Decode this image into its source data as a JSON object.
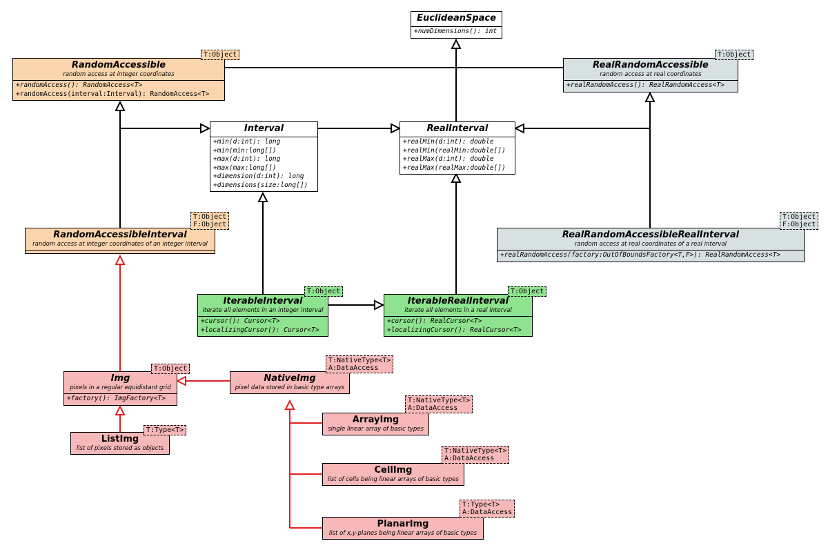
{
  "classes": {
    "euclidean_space": {
      "name": "EuclideanSpace",
      "ops": [
        "+numDimensions(): int"
      ]
    },
    "random_accessible": {
      "name": "RandomAccessible",
      "desc": "random access at integer coordinates",
      "tparams": [
        "T:Object"
      ],
      "ops": [
        "+randomAccess(): RandomAccess<T>",
        "+randomAccess(interval:Interval): RandomAccess<T>"
      ]
    },
    "real_random_accessible": {
      "name": "RealRandomAccessible",
      "desc": "random access at real coordinates",
      "tparams": [
        "T:Object"
      ],
      "ops": [
        "+realRandomAccess(): RealRandomAccess<T>"
      ]
    },
    "interval": {
      "name": "Interval",
      "ops": [
        "+min(d:int): long",
        "+min(min:long[])",
        "+max(d:int): long",
        "+max(max:long[])",
        "+dimension(d:int): long",
        "+dimensions(size:long[])"
      ]
    },
    "real_interval": {
      "name": "RealInterval",
      "ops": [
        "+realMin(d:int): double",
        "+realMin(realMin:double[])",
        "+realMax(d:int): double",
        "+realMax(realMax:double[])"
      ]
    },
    "random_accessible_interval": {
      "name": "RandomAccessibleInterval",
      "desc": "random access at integer coordinates of an integer interval",
      "tparams": [
        "T:Object",
        "F:Object"
      ]
    },
    "real_random_accessible_real_interval": {
      "name": "RealRandomAccessibleRealInterval",
      "desc": "random access at real coordinates of a real interval",
      "tparams": [
        "T:Object",
        "F:Object"
      ],
      "ops": [
        "+realRandomAccess(factory:OutOfBoundsFactory<T,F>): RealRandomAccess<T>"
      ]
    },
    "iterable_interval": {
      "name": "IterableInterval",
      "desc": "iterate all elements in an integer interval",
      "tparams": [
        "T:Object"
      ],
      "ops": [
        "+cursor(): Cursor<T>",
        "+localizingCursor(): Cursor<T>"
      ]
    },
    "iterable_real_interval": {
      "name": "IterableRealInterval",
      "desc": "iterate all elements in a real interval",
      "tparams": [
        "T:Object"
      ],
      "ops": [
        "+cursor(): RealCursor<T>",
        "+localizingCursor(): RealCursor<T>"
      ]
    },
    "img": {
      "name": "Img",
      "desc": "pixels in a regular equidistant grid",
      "tparams": [
        "T:Object"
      ],
      "ops": [
        "+factory(): ImgFactory<T>"
      ]
    },
    "native_img": {
      "name": "NativeImg",
      "desc": "pixel data stored in basic type arrays",
      "tparams": [
        "T:NativeType<T>",
        "A:DataAccess"
      ]
    },
    "list_img": {
      "name": "ListImg",
      "desc": "list of pixels stored as objects",
      "tparams": [
        "T:Type<T>"
      ]
    },
    "array_img": {
      "name": "ArrayImg",
      "desc": "single linear array of basic types",
      "tparams": [
        "T:NativeType<T>",
        "A:DataAccess"
      ]
    },
    "cell_img": {
      "name": "CellImg",
      "desc": "list of cells being linear arrays of basic types",
      "tparams": [
        "T:NativeType<T>",
        "A:DataAccess"
      ]
    },
    "planar_img": {
      "name": "PlanarImg",
      "desc": "list of x,y-planes being linear arrays of basic types",
      "tparams": [
        "T:Type<T>",
        "A:DataAccess"
      ]
    }
  },
  "colors": {
    "interface_orange": "#fbd5ad",
    "interface_grey": "#d8e1e2",
    "interface_green": "#8fe28f",
    "img_pink": "#f6b8b8",
    "generalization_black": "#000000",
    "realization_red": "#e02020"
  }
}
